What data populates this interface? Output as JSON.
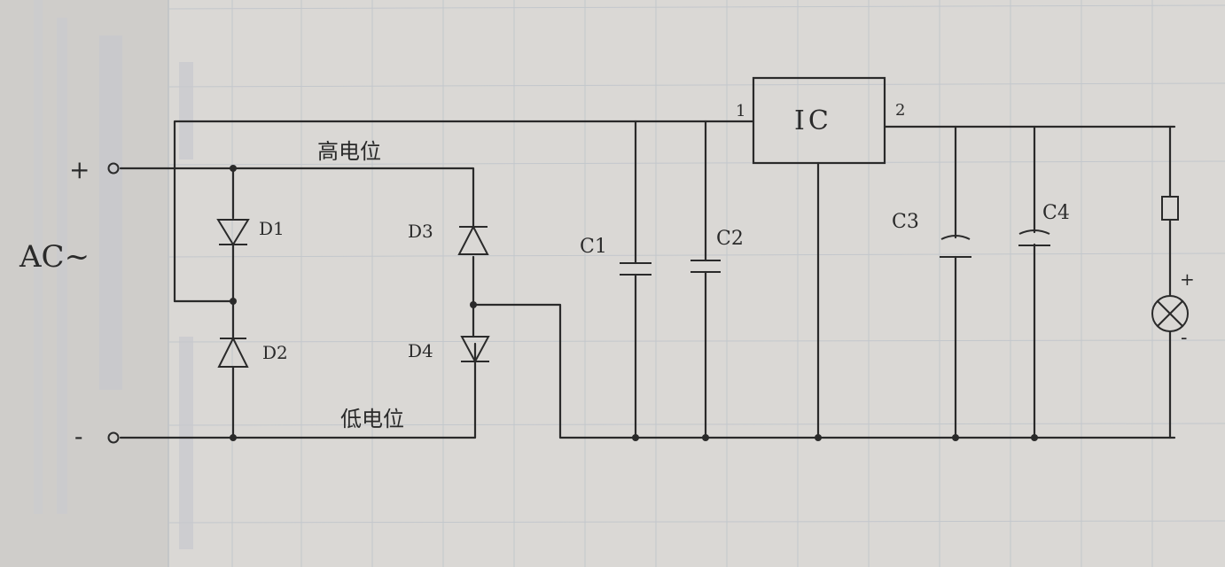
{
  "labels": {
    "ac": "AC~",
    "plus_terminal": "+",
    "minus_terminal": "-",
    "high_potential": "高电位",
    "low_potential": "低电位",
    "d1": "D1",
    "d2": "D2",
    "d3": "D3",
    "d4": "D4",
    "c1": "C1",
    "c2": "C2",
    "c3": "C3",
    "c4": "C4",
    "ic": "IC",
    "ic_pin1": "1",
    "ic_pin2": "2",
    "lamp_plus": "+",
    "lamp_minus": "-"
  },
  "colors": {
    "ink": "#2a2a2a",
    "paper": "#d9d7d4",
    "grid": "#c3c7cc"
  }
}
